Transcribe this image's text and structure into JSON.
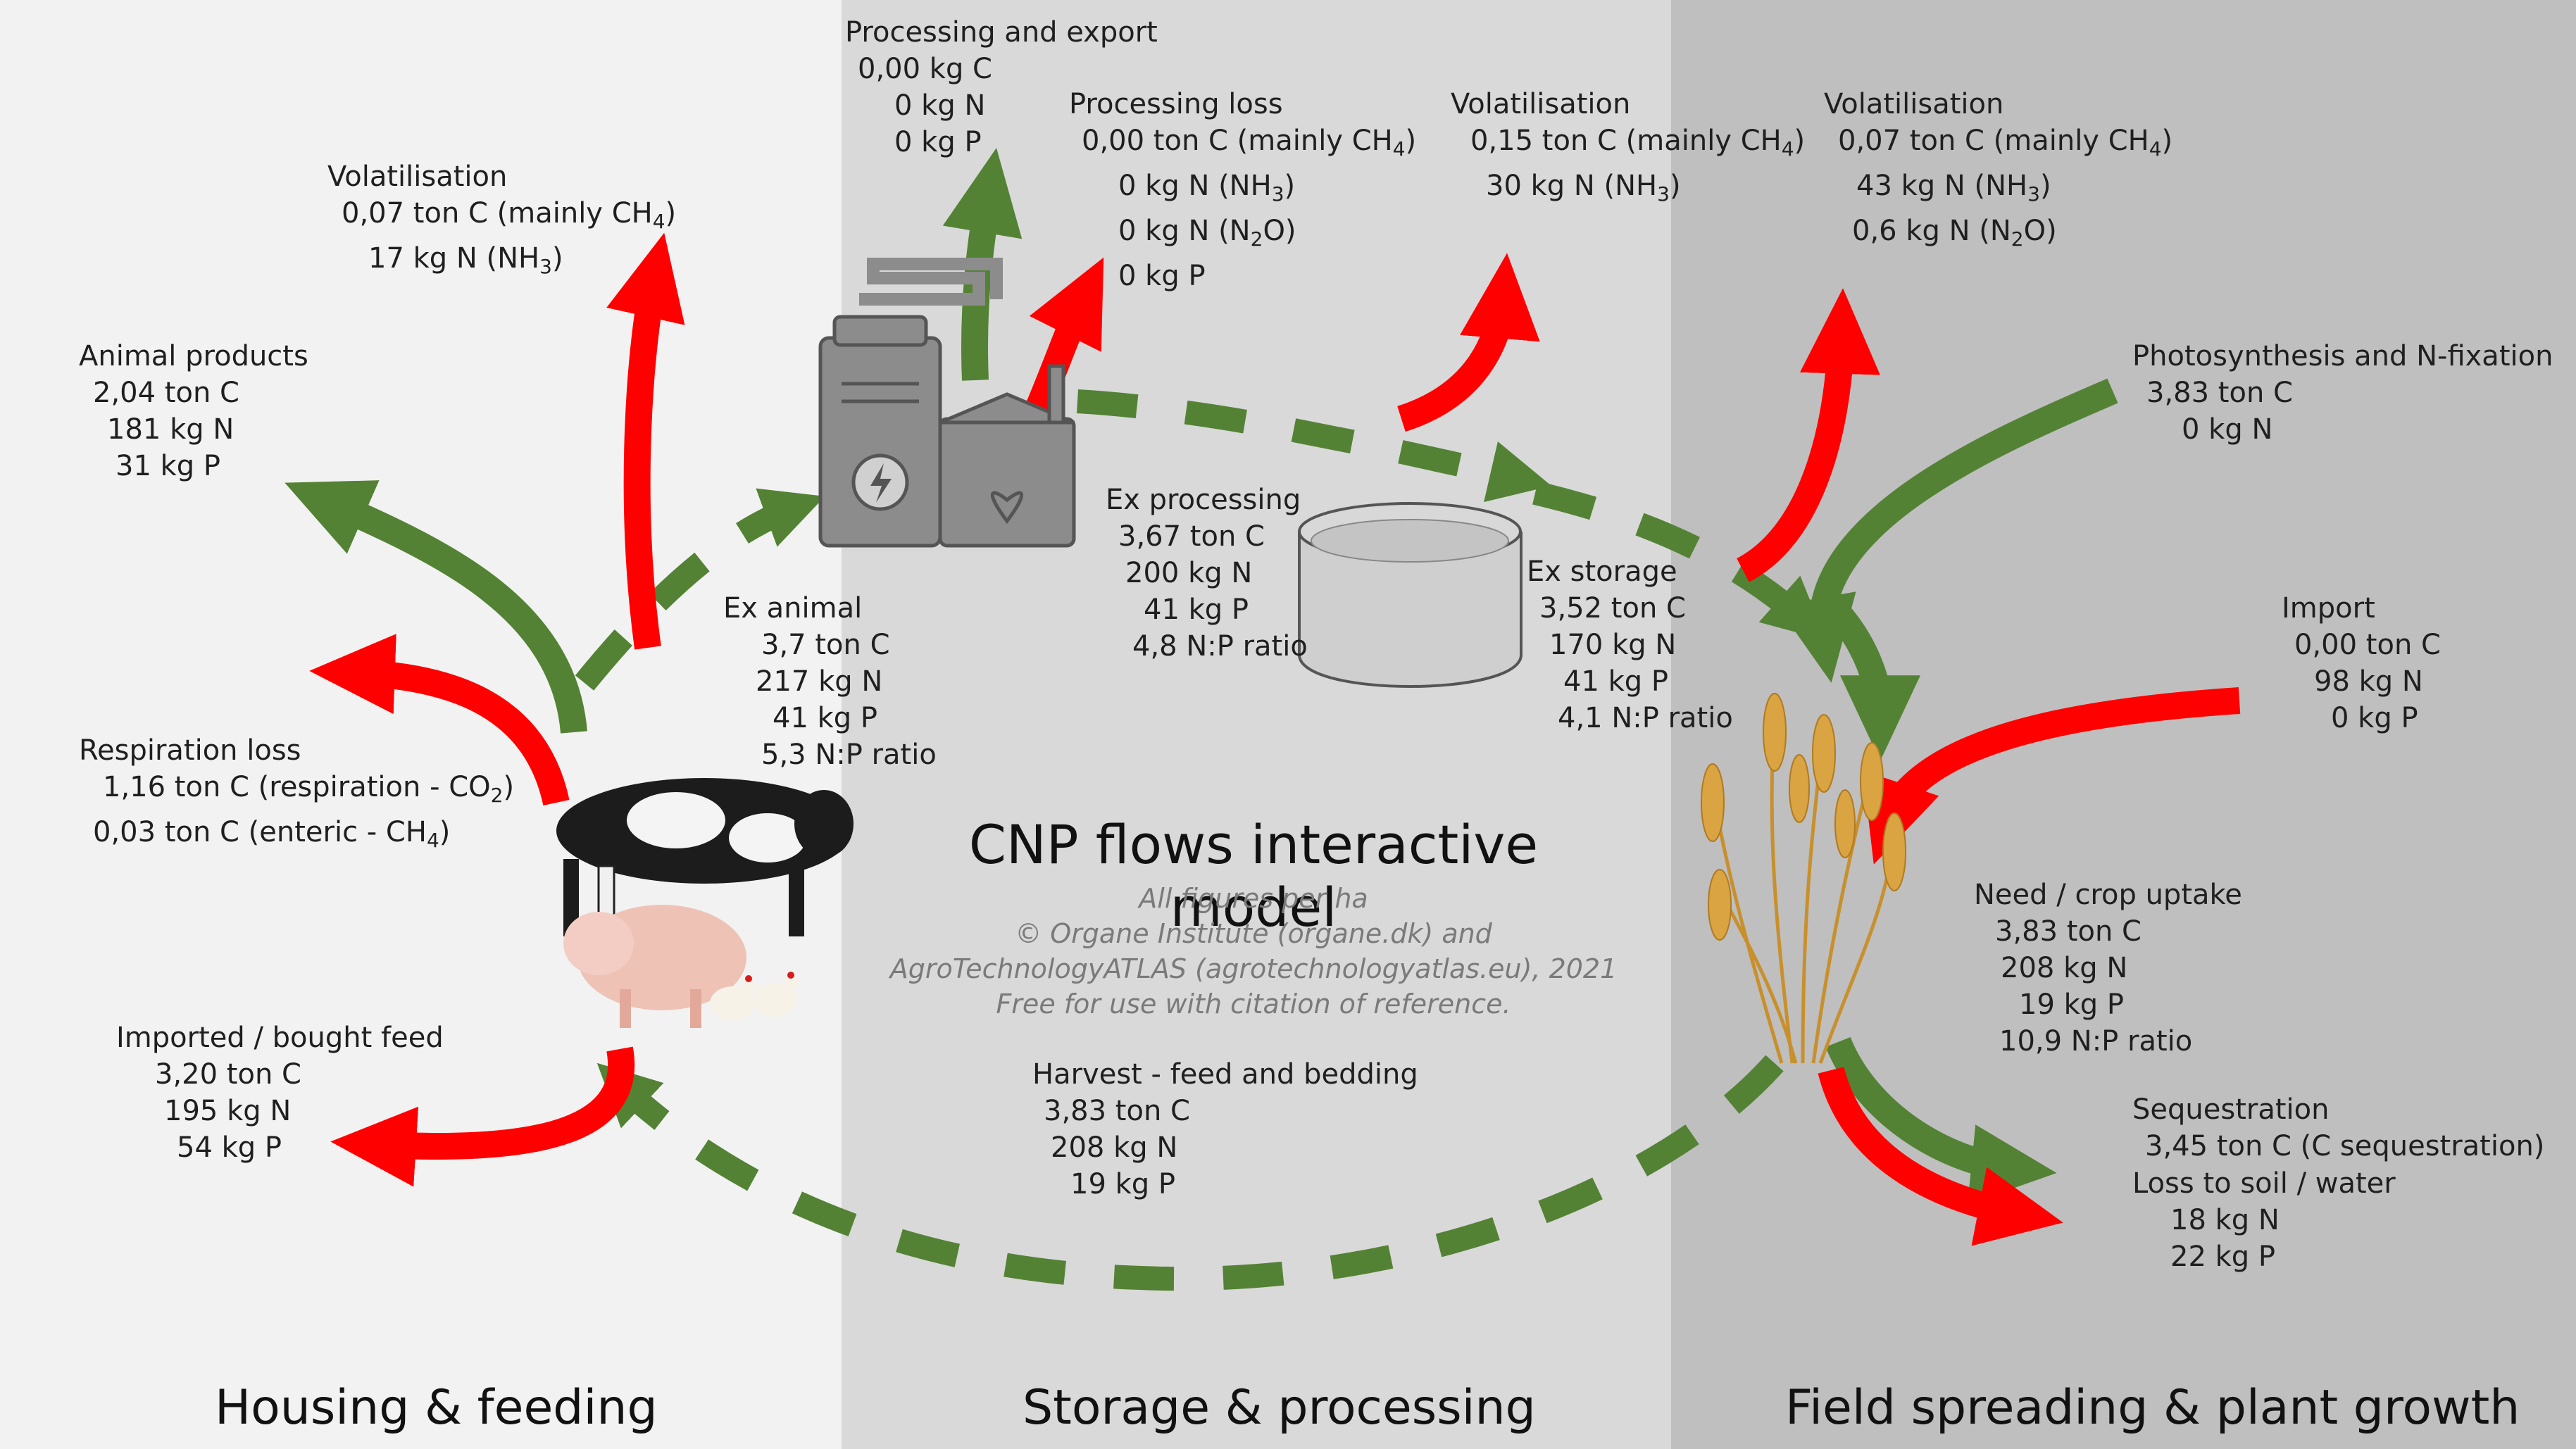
{
  "title": "CNP flows interactive model",
  "credits": {
    "line1": "All figures per ha",
    "line2": "© Organe Institute (organe.dk) and",
    "line3": "AgroTechnologyATLAS (agrotechnologyatlas.eu), 2021",
    "line4": "Free for use with citation of reference."
  },
  "sections": {
    "housing": "Housing & feeding",
    "storage": "Storage & processing",
    "field": "Field spreading & plant growth"
  },
  "colors": {
    "panel_housing": "#f2f2f2",
    "panel_storage": "#d9d9d9",
    "panel_field": "#bfbfbf",
    "flow_green": "#548235",
    "loss_red": "#ff0000"
  },
  "icons": {
    "biogas_plant": "factory-lightning-leaf-icon",
    "storage_tank": "slurry-tank-icon",
    "livestock": "cow-pig-chicken-icon",
    "crop": "wheat-icon"
  },
  "flows": {
    "volatilisation_housing": {
      "label": "Volatilisation",
      "c": "0,07",
      "c_unit": "ton C (mainly CH",
      "c_sub": "4",
      "c_close": ")",
      "n": "17",
      "n_unit": "kg N (NH",
      "n_sub": "3",
      "n_close": ")"
    },
    "animal_products": {
      "label": "Animal products",
      "c": "2,04",
      "c_unit": "ton C",
      "n": "181",
      "n_unit": "kg N",
      "p": "31",
      "p_unit": "kg P"
    },
    "respiration_loss": {
      "label": "Respiration loss",
      "resp": "1,16",
      "resp_unit": "ton C (respiration - CO",
      "resp_sub": "2",
      "resp_close": ")",
      "ent": "0,03",
      "ent_unit": "ton C (enteric - CH",
      "ent_sub": "4",
      "ent_close": ")"
    },
    "imported_feed": {
      "label": "Imported / bought feed",
      "c": "3,20",
      "c_unit": "ton C",
      "n": "195",
      "n_unit": "kg N",
      "p": "54",
      "p_unit": "kg P"
    },
    "ex_animal": {
      "label": "Ex animal",
      "c": "3,7",
      "c_unit": "ton C",
      "n": "217",
      "n_unit": "kg N",
      "p": "41",
      "p_unit": "kg P",
      "np": "5,3",
      "np_unit": "N:P ratio"
    },
    "processing_export": {
      "label": "Processing and export",
      "c": "0,00",
      "c_unit": "kg C",
      "n": "0",
      "n_unit": "kg N",
      "p": "0",
      "p_unit": "kg P"
    },
    "processing_loss": {
      "label": "Processing loss",
      "c": "0,00",
      "c_unit": "ton C (mainly CH",
      "c_sub": "4",
      "c_close": ")",
      "nh3": "0",
      "nh3_unit": "kg N (NH",
      "nh3_sub": "3",
      "nh3_close": ")",
      "n2o": "0",
      "n2o_unit": "kg N (N",
      "n2o_sub": "2",
      "n2o_close": "O)",
      "p": "0",
      "p_unit": "kg P"
    },
    "ex_processing": {
      "label": "Ex processing",
      "c": "3,67",
      "c_unit": "ton C",
      "n": "200",
      "n_unit": "kg N",
      "p": "41",
      "p_unit": "kg P",
      "np": "4,8",
      "np_unit": "N:P ratio"
    },
    "volatilisation_storage": {
      "label": "Volatilisation",
      "c": "0,15",
      "c_unit": "ton C (mainly CH",
      "c_sub": "4",
      "c_close": ")",
      "n": "30",
      "n_unit": "kg N (NH",
      "n_sub": "3",
      "n_close": ")"
    },
    "ex_storage": {
      "label": "Ex storage",
      "c": "3,52",
      "c_unit": "ton C",
      "n": "170",
      "n_unit": "kg N",
      "p": "41",
      "p_unit": "kg P",
      "np": "4,1",
      "np_unit": "N:P ratio"
    },
    "volatilisation_field": {
      "label": "Volatilisation",
      "c": "0,07",
      "c_unit": "ton C (mainly CH",
      "c_sub": "4",
      "c_close": ")",
      "nh3": "43",
      "nh3_unit": "kg N (NH",
      "nh3_sub": "3",
      "nh3_close": ")",
      "n2o": "0,6",
      "n2o_unit": "kg N (N",
      "n2o_sub": "2",
      "n2o_close": "O)"
    },
    "photosynthesis": {
      "label": "Photosynthesis and N-fixation",
      "c": "3,83",
      "c_unit": "ton C",
      "n": "0",
      "n_unit": "kg N"
    },
    "import": {
      "label": "Import",
      "c": "0,00",
      "c_unit": "ton C",
      "n": "98",
      "n_unit": "kg N",
      "p": "0",
      "p_unit": "kg P"
    },
    "crop_uptake": {
      "label": "Need / crop uptake",
      "c": "3,83",
      "c_unit": "ton C",
      "n": "208",
      "n_unit": "kg N",
      "p": "19",
      "p_unit": "kg P",
      "np": "10,9",
      "np_unit": "N:P ratio"
    },
    "sequestration": {
      "label": "Sequestration",
      "c": "3,45",
      "c_unit": "ton C (C sequestration)"
    },
    "loss_soil": {
      "label": "Loss to soil / water",
      "n": "18",
      "n_unit": "kg N",
      "p": "22",
      "p_unit": "kg P"
    },
    "harvest": {
      "label": "Harvest - feed and bedding",
      "c": "3,83",
      "c_unit": "ton C",
      "n": "208",
      "n_unit": "kg N",
      "p": "19",
      "p_unit": "kg P"
    }
  }
}
